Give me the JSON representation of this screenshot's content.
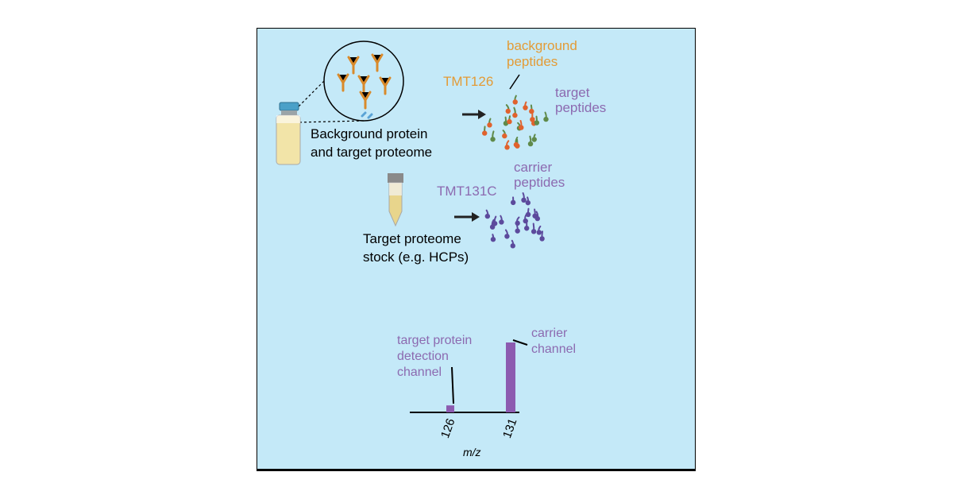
{
  "labels": {
    "background_protein": "Background protein",
    "and_target_proteome": "and target proteome",
    "target_proteome": "Target proteome",
    "stock": "stock (e.g. HCPs)",
    "tmt126": "TMT126",
    "tmt131c": "TMT131C",
    "background_peptides_1": "background",
    "background_peptides_2": "peptides",
    "target_peptides_1": "target",
    "target_peptides_2": "peptides",
    "carrier_peptides_1": "carrier",
    "carrier_peptides_2": "peptides",
    "detection_1": "target protein",
    "detection_2": "detection",
    "detection_3": "channel",
    "carrier_channel_1": "carrier",
    "carrier_channel_2": "channel",
    "axis_label": "m/z"
  },
  "chart_data": {
    "type": "bar",
    "categories": [
      "126",
      "131"
    ],
    "values": [
      0.1,
      1.0
    ],
    "xlabel": "m/z",
    "color": "#8c5bb0"
  },
  "colors": {
    "panel_bg": "#c4e9f8",
    "orange": "#e39b36",
    "purple": "#8c6ab0",
    "peptide_orange": "#e0622d",
    "peptide_green": "#5f8a4a",
    "peptide_purple": "#5c4a9c"
  }
}
